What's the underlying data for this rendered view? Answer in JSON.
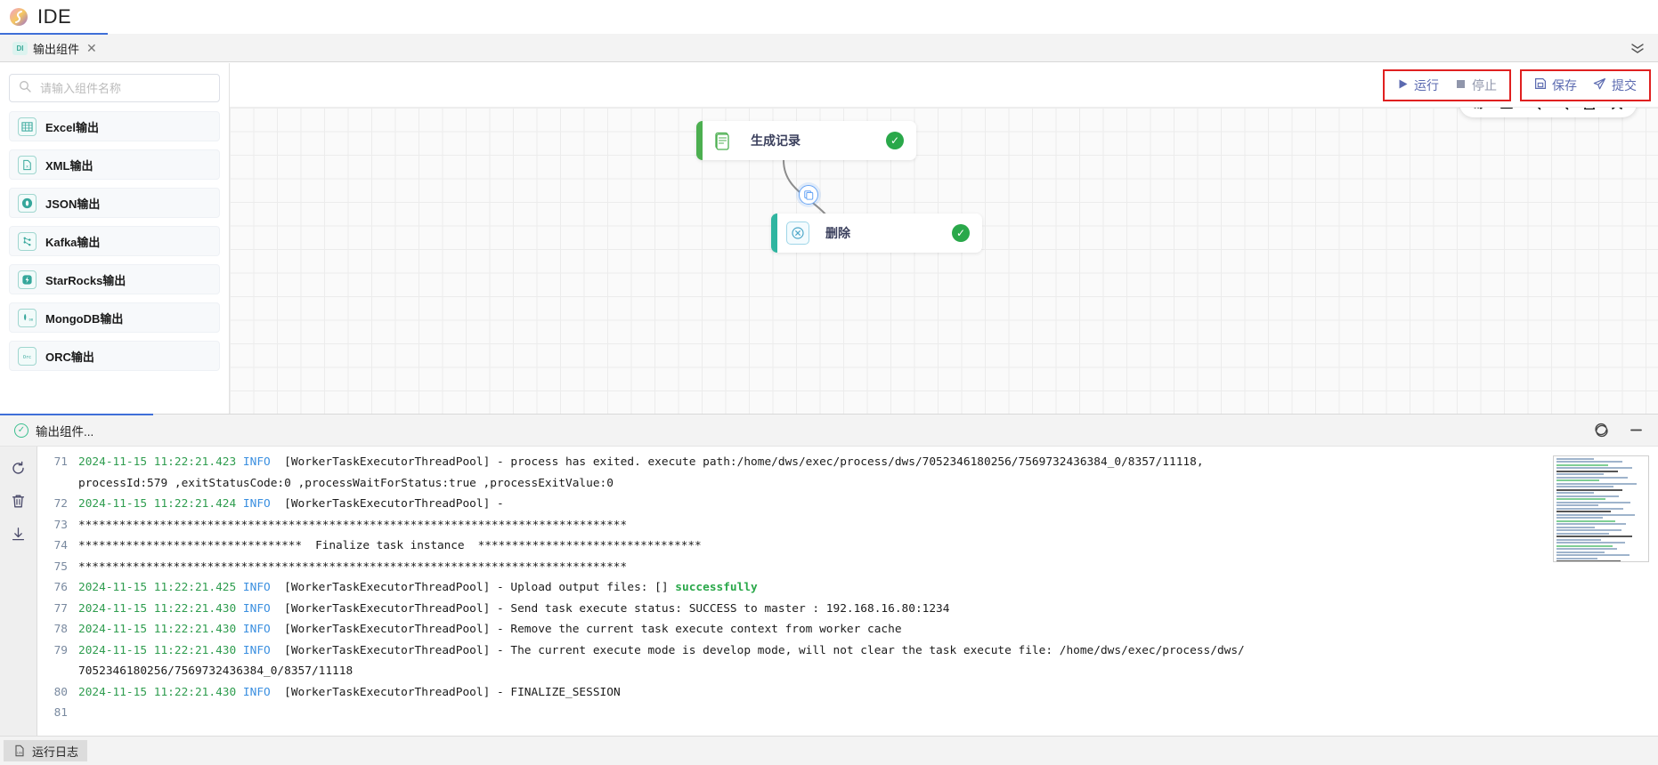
{
  "window": {
    "app_title": "IDE",
    "logo_icon": "app-logo-icon"
  },
  "tabstrip": {
    "tabs": [
      {
        "badge": "DI",
        "label": "输出组件",
        "close_icon": "close-icon"
      }
    ],
    "collapse_icon": "chevron-double-down-icon"
  },
  "sidebar": {
    "search": {
      "placeholder": "请输入组件名称",
      "value": "",
      "icon": "search-icon"
    },
    "components": [
      {
        "label": "Excel输出",
        "icon": "table-grid-icon"
      },
      {
        "label": "XML输出",
        "icon": "file-x-icon"
      },
      {
        "label": "JSON输出",
        "icon": "json-circle-icon"
      },
      {
        "label": "Kafka输出",
        "icon": "kafka-nodes-icon"
      },
      {
        "label": "StarRocks输出",
        "icon": "starrocks-bolt-icon"
      },
      {
        "label": "MongoDB输出",
        "icon": "mongodb-leaf-icon"
      },
      {
        "label": "ORC输出",
        "icon": "orc-icon"
      }
    ]
  },
  "toolbar": {
    "run_label": "运行",
    "run_icon": "play-icon",
    "stop_label": "停止",
    "stop_icon": "stop-square-icon",
    "save_label": "保存",
    "save_icon": "floppy-disk-icon",
    "submit_label": "提交",
    "submit_icon": "paper-plane-icon",
    "highlight_color": "#e02020"
  },
  "canvas": {
    "mini_toolbar": [
      {
        "icon": "marquee-select-icon"
      },
      {
        "icon": "fit-view-icon"
      },
      {
        "icon": "zoom-in-icon"
      },
      {
        "icon": "zoom-out-icon"
      },
      {
        "icon": "locate-icon"
      },
      {
        "icon": "bookmark-icon"
      }
    ],
    "nodes": [
      {
        "label": "生成记录",
        "icon": "generate-record-icon",
        "status": "success",
        "status_icon": "check-circle-icon",
        "border_color": "#4caf50"
      },
      {
        "label": "删除",
        "icon": "delete-circle-icon",
        "status": "success",
        "status_icon": "check-circle-icon",
        "border_color": "#2fb5a0"
      }
    ],
    "edge_badge_icon": "copy-node-icon"
  },
  "log_panel": {
    "header": {
      "status_icon": "check-circle-outline-icon",
      "title": "输出组件...",
      "refresh_icon": "refresh-icon",
      "minimize_icon": "minimize-icon"
    },
    "side_actions": [
      {
        "icon": "refresh-icon"
      },
      {
        "icon": "trash-icon"
      },
      {
        "icon": "download-icon"
      }
    ],
    "lines": [
      {
        "no": "71",
        "segments": [
          {
            "t": "2024-11-15 11:22:21.423 ",
            "c": "ts"
          },
          {
            "t": "INFO",
            "c": "lvl"
          },
          {
            "t": "  [WorkerTaskExecutorThreadPool] - process has exited. execute path:/home/dws/exec/process/dws/7052346180256/7569732436384_0/8357/11118,\nprocessId:579 ,exitStatusCode:0 ,processWaitForStatus:true ,processExitValue:0",
            "c": ""
          }
        ]
      },
      {
        "no": "72",
        "segments": [
          {
            "t": "2024-11-15 11:22:21.424 ",
            "c": "ts"
          },
          {
            "t": "INFO",
            "c": "lvl"
          },
          {
            "t": "  [WorkerTaskExecutorThreadPool] - ",
            "c": ""
          }
        ]
      },
      {
        "no": "73",
        "segments": [
          {
            "t": "*********************************************************************************",
            "c": "stars"
          }
        ]
      },
      {
        "no": "74",
        "segments": [
          {
            "t": "*********************************  Finalize task instance  *********************************",
            "c": "stars"
          }
        ]
      },
      {
        "no": "75",
        "segments": [
          {
            "t": "*********************************************************************************",
            "c": "stars"
          }
        ]
      },
      {
        "no": "76",
        "segments": [
          {
            "t": "2024-11-15 11:22:21.425 ",
            "c": "ts"
          },
          {
            "t": "INFO",
            "c": "lvl"
          },
          {
            "t": "  [WorkerTaskExecutorThreadPool] - Upload output files: [] ",
            "c": ""
          },
          {
            "t": "successfully",
            "c": "ok"
          }
        ]
      },
      {
        "no": "77",
        "segments": [
          {
            "t": "2024-11-15 11:22:21.430 ",
            "c": "ts"
          },
          {
            "t": "INFO",
            "c": "lvl"
          },
          {
            "t": "  [WorkerTaskExecutorThreadPool] - Send task execute status: SUCCESS to master : 192.168.16.80:1234",
            "c": ""
          }
        ]
      },
      {
        "no": "78",
        "segments": [
          {
            "t": "2024-11-15 11:22:21.430 ",
            "c": "ts"
          },
          {
            "t": "INFO",
            "c": "lvl"
          },
          {
            "t": "  [WorkerTaskExecutorThreadPool] - Remove the current task execute context from worker cache",
            "c": ""
          }
        ]
      },
      {
        "no": "79",
        "segments": [
          {
            "t": "2024-11-15 11:22:21.430 ",
            "c": "ts"
          },
          {
            "t": "INFO",
            "c": "lvl"
          },
          {
            "t": "  [WorkerTaskExecutorThreadPool] - The current execute mode is develop mode, will not clear the task execute file: /home/dws/exec/process/dws/\n7052346180256/7569732436384_0/8357/11118",
            "c": ""
          }
        ]
      },
      {
        "no": "80",
        "segments": [
          {
            "t": "2024-11-15 11:22:21.430 ",
            "c": "ts"
          },
          {
            "t": "INFO",
            "c": "lvl"
          },
          {
            "t": "  [WorkerTaskExecutorThreadPool] - FINALIZE_SESSION",
            "c": ""
          }
        ]
      },
      {
        "no": "81",
        "segments": [
          {
            "t": "",
            "c": ""
          }
        ]
      }
    ]
  },
  "statusbar": {
    "items": [
      {
        "label": "运行日志",
        "icon": "log-file-icon"
      }
    ]
  }
}
